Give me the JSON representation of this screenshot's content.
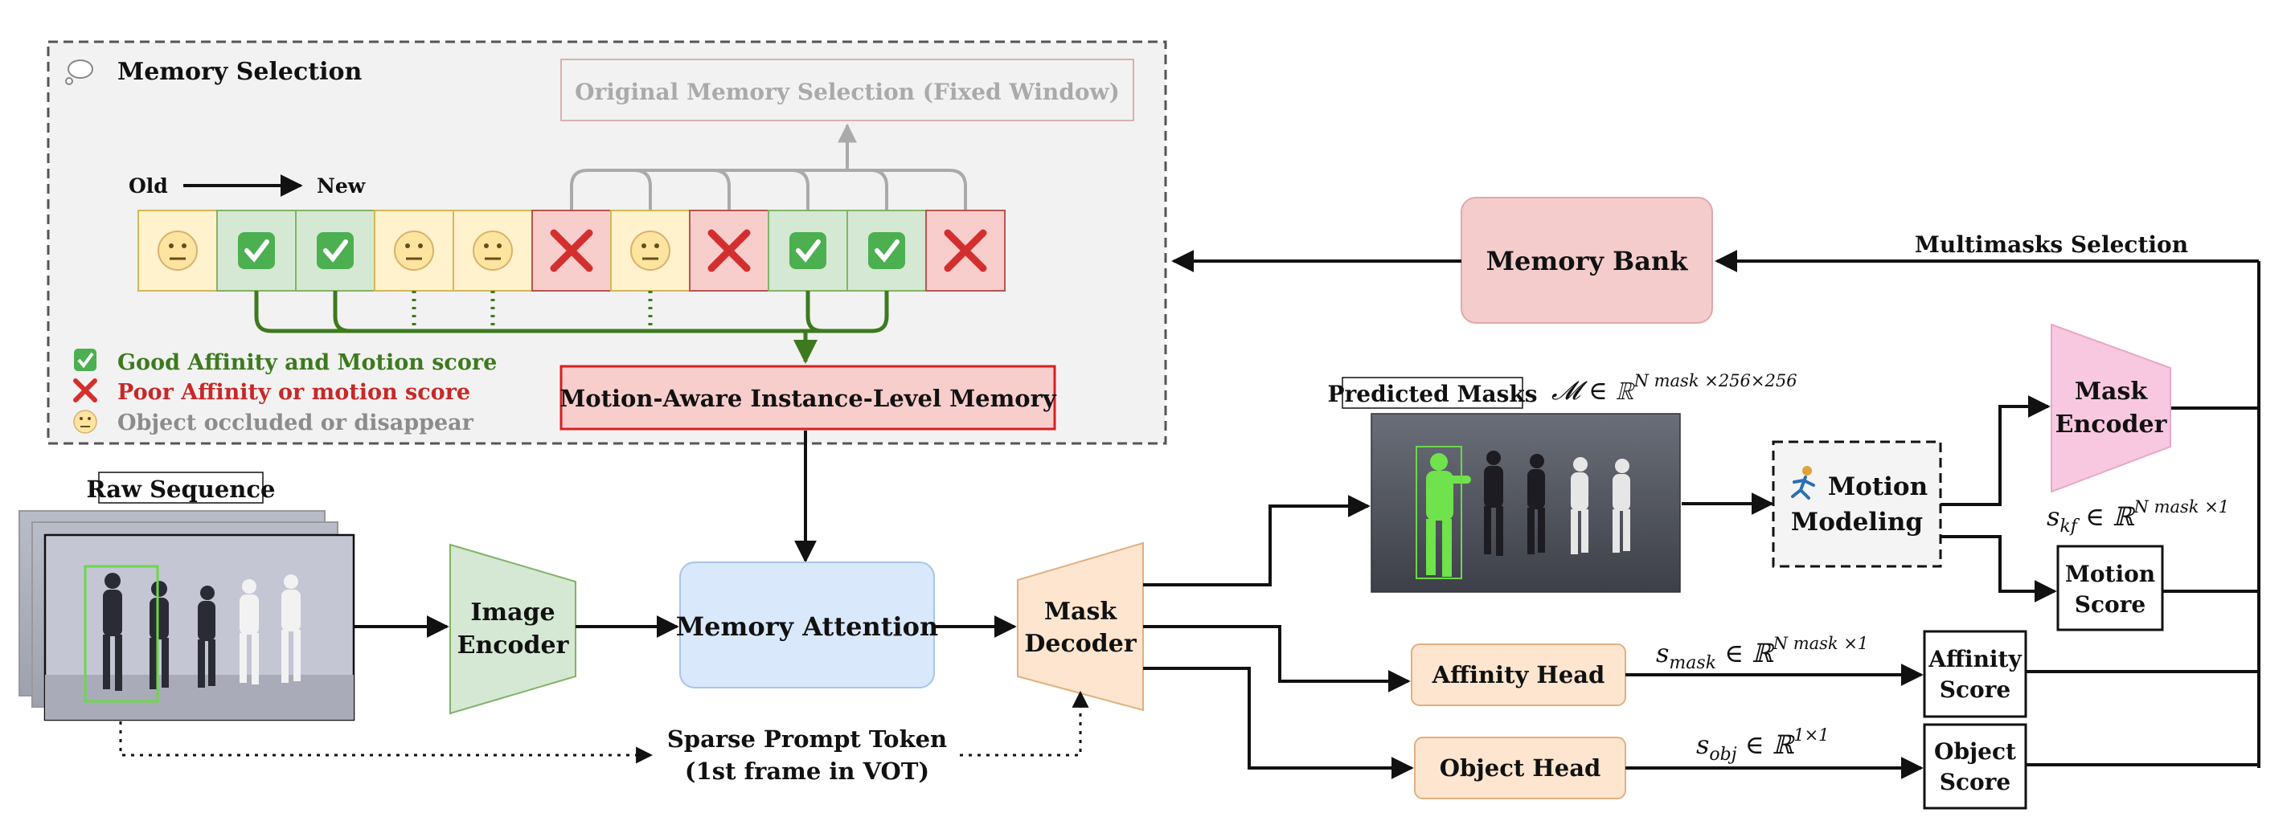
{
  "memory_selection": {
    "title": "Memory Selection",
    "original_label": "Original Memory Selection (Fixed Window)",
    "old_label": "Old",
    "new_label": "New",
    "frames": [
      "neutral",
      "check",
      "check",
      "neutral",
      "neutral",
      "cross",
      "neutral",
      "cross",
      "check",
      "check",
      "cross"
    ],
    "good_connections": [
      1,
      2,
      8,
      9
    ],
    "dotted_connections": [
      3,
      4,
      6
    ],
    "original_window": [
      5,
      6,
      7,
      8,
      9,
      10
    ],
    "legend": {
      "good": "Good Affinity and Motion score",
      "poor": "Poor Affinity or motion score",
      "occluded": "Object occluded or disappear"
    },
    "motion_memory_label": "Motion-Aware Instance-Level Memory"
  },
  "raw_sequence": {
    "label": "Raw Sequence"
  },
  "image_encoder": {
    "line1": "Image",
    "line2": "Encoder"
  },
  "memory_attention": {
    "label": "Memory Attention"
  },
  "mask_decoder": {
    "line1": "Mask",
    "line2": "Decoder"
  },
  "sparse_prompt": {
    "line1": "Sparse Prompt Token",
    "line2": "(1st frame in VOT)"
  },
  "memory_bank": {
    "label": "Memory Bank"
  },
  "multimasks": {
    "label": "Multimasks Selection"
  },
  "predicted_masks": {
    "label": "Predicted Masks",
    "formula_sym": "𝓜 ∈ ℝ",
    "formula_sup": "N mask ×256×256"
  },
  "motion_modeling": {
    "line1": "Motion",
    "line2": "Modeling"
  },
  "mask_encoder": {
    "line1": "Mask",
    "line2": "Encoder"
  },
  "skf": {
    "sym": "s",
    "sub": "kf",
    "mid": " ∈ ℝ",
    "sup": "N mask ×1"
  },
  "motion_score": {
    "line1": "Motion",
    "line2": "Score"
  },
  "affinity_head": {
    "label": "Affinity Head"
  },
  "smask": {
    "sym": "s",
    "sub": "mask",
    "mid": " ∈ ℝ",
    "sup": "N mask ×1"
  },
  "affinity_score": {
    "line1": "Affinity",
    "line2": "Score"
  },
  "object_head": {
    "label": "Object Head"
  },
  "sobj": {
    "sym": "s",
    "sub": "obj",
    "mid": " ∈ ℝ",
    "sup": "1×1"
  },
  "object_score": {
    "line1": "Object",
    "line2": "Score"
  },
  "colors": {
    "good": "#3d7a1e",
    "poor": "#c82828",
    "occluded": "#8c8c8c",
    "check_bg": "#d5e8d4",
    "cross_bg": "#f8cecc",
    "neutral_bg": "#fff2cc",
    "memory_bank_fill": "#f4cccc",
    "memory_attention_fill": "#dae8fc",
    "decoder_fill": "#fde5cf",
    "encoder_fill": "#d5e8d4",
    "mask_encoder_fill": "#f8c8e0"
  }
}
